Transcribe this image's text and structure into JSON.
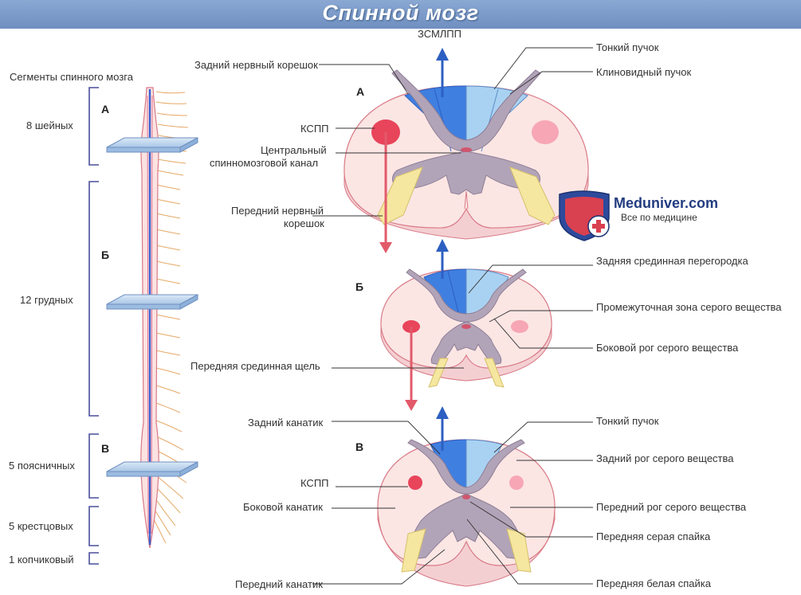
{
  "title": "Спинной мозг",
  "left": {
    "header": "Сегменты спинного мозга",
    "sections": [
      {
        "letter": "А",
        "label": "8 шейных"
      },
      {
        "letter": "Б",
        "label": "12 грудных"
      },
      {
        "letter": "В",
        "label": "5 поясничных"
      }
    ],
    "sacral": "5 крестцовых",
    "coccygeal": "1 копчиковый"
  },
  "panel_a": {
    "letter": "А",
    "tract_top": "ЗСМЛПП",
    "dorsal_root": "Задний нервный корешок",
    "kspp": "КСПП",
    "central_canal_1": "Центральный",
    "central_canal_2": "спинномозговой канал",
    "ventral_root_1": "Передний нервный",
    "ventral_root_2": "корешок",
    "gracile": "Тонкий пучок",
    "cuneate": "Клиновидный пучок"
  },
  "panel_b": {
    "letter": "Б",
    "septum": "Задняя срединная перегородка",
    "intermediate": "Промежуточная зона серого вещества",
    "lateral_horn": "Боковой рог серого вещества",
    "fissure": "Передняя срединная щель"
  },
  "panel_c": {
    "letter": "В",
    "posterior_funiculus": "Задний канатик",
    "kspp": "КСПП",
    "lateral_funiculus": "Боковой канатик",
    "anterior_funiculus": "Передний канатик",
    "gracile": "Тонкий пучок",
    "posterior_horn": "Задний рог серого вещества",
    "anterior_horn": "Передний рог серого вещества",
    "grey_commissure": "Передняя серая спайка",
    "white_commissure": "Передняя белая спайка"
  },
  "logo": {
    "name": "Meduniver.com",
    "tagline": "Все по медицине"
  },
  "colors": {
    "title_bar": "#7a98c8",
    "white_matter": "#fbe6e4",
    "grey_matter": "#b2a4b8",
    "gracile_dark": "#3f7fe0",
    "cuneate_light": "#a9d2f2",
    "root": "#f5e7a0",
    "kspp": "#e8445a",
    "arrow_up": "#2d5fc2",
    "arrow_down": "#e25a6a"
  }
}
